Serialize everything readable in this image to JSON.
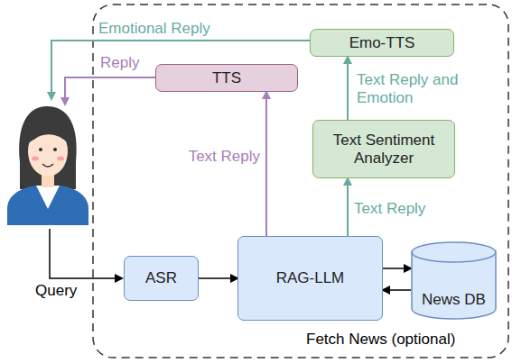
{
  "diagram": {
    "nodes": [
      {
        "text": [
          "Emo-TTS"
        ]
      },
      {
        "text": [
          "TTS"
        ]
      },
      {
        "text": [
          "Text Sentiment Analyzer"
        ]
      },
      {
        "text": [
          "ASR"
        ]
      },
      {
        "text": [
          "RAG-LLM"
        ]
      },
      {
        "text": [
          "News DB"
        ]
      }
    ],
    "edges": [
      {
        "from": 3,
        "to": 4,
        "arrow": "to"
      },
      {
        "from": 4,
        "to": 1,
        "label": "Text Reply",
        "arrow": "to"
      },
      {
        "from": 4,
        "to": 2,
        "label": "Text Reply",
        "arrow": "to"
      },
      {
        "from": 2,
        "to": 0,
        "label": "Text Reply and Emotion",
        "arrow": "to"
      },
      {
        "from": 4,
        "to": 5,
        "arrow": "to"
      },
      {
        "from": 5,
        "to": 4,
        "arrow": "to"
      }
    ],
    "labels": [
      "Emotional Reply",
      "Reply",
      "Query",
      "Fetch News (optional)"
    ]
  }
}
